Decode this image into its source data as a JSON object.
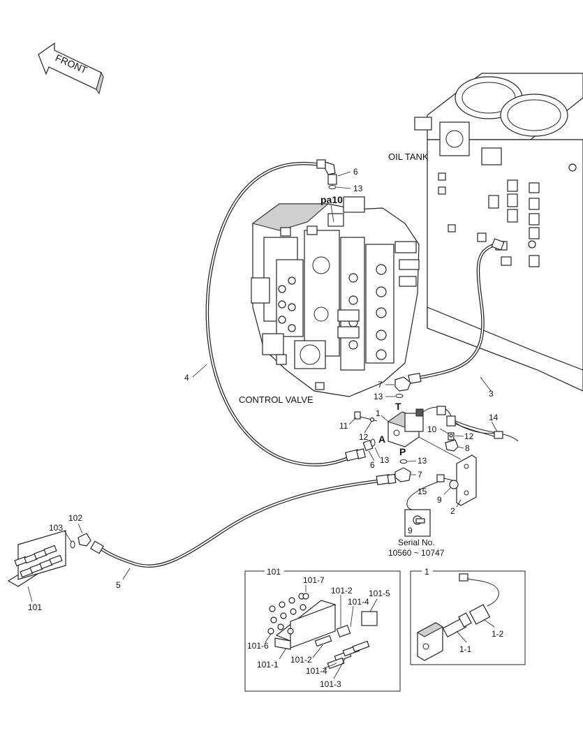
{
  "front_arrow": {
    "label": "FRONT"
  },
  "components": {
    "oil_tank": "OIL TANK",
    "control_valve": "CONTROL VALVE"
  },
  "ports": {
    "pa10": "pa10",
    "T": "T",
    "A": "A",
    "P": "P"
  },
  "serial_note": {
    "line1": "Serial No.",
    "line2": "10560 ~ 10747"
  },
  "callouts": {
    "c1": "1",
    "c2": "2",
    "c3": "3",
    "c4": "4",
    "c5": "5",
    "c6_top": "6",
    "c6_mid": "6",
    "c7_top": "7",
    "c7_bot": "7",
    "c8": "8",
    "c9_a": "9",
    "c9_b": "9",
    "c10": "10",
    "c11": "11",
    "c12_a": "12",
    "c12_b": "12",
    "c13_top": "13",
    "c13_mid": "13",
    "c13_a": "13",
    "c13_b": "13",
    "c14": "14",
    "c15": "15",
    "c101": "101",
    "c102": "102",
    "c103": "103"
  },
  "detail_101": {
    "title": "101",
    "labels": {
      "d101_7": "101-7",
      "d101_2a": "101-2",
      "d101_5": "101-5",
      "d101_4a": "101-4",
      "d101_6": "101-6",
      "d101_1": "101-1",
      "d101_2b": "101-2",
      "d101_4b": "101-4",
      "d101_3": "101-3"
    }
  },
  "detail_1": {
    "title": "1",
    "labels": {
      "d1_1": "1-1",
      "d1_2": "1-2"
    }
  }
}
